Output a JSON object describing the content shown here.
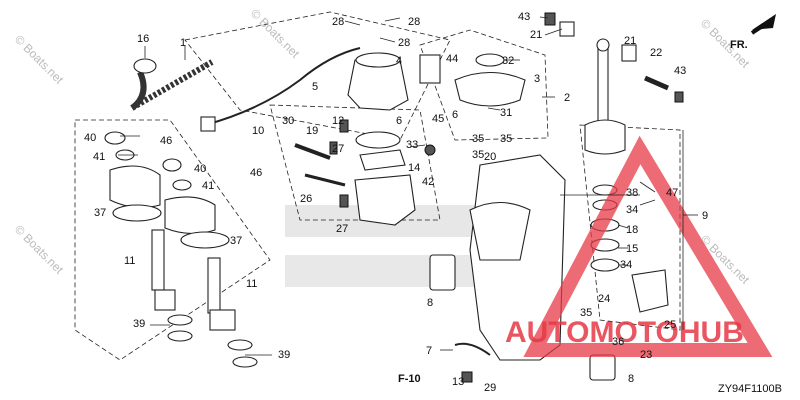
{
  "watermark": "© Boats.net",
  "brand_text": "AUTOMOTOHUB",
  "fr_label": "FR.",
  "ref_label": "F-10",
  "diagram_code": "ZY94F1100B",
  "colors": {
    "brand_red": "#e63946",
    "line": "#222222"
  },
  "callouts": [
    {
      "id": "c28a",
      "label": "28"
    },
    {
      "id": "c28b",
      "label": "28"
    },
    {
      "id": "c28c",
      "label": "28"
    },
    {
      "id": "c43a",
      "label": "43"
    },
    {
      "id": "c21a",
      "label": "21"
    },
    {
      "id": "c16",
      "label": "16"
    },
    {
      "id": "c1",
      "label": "1"
    },
    {
      "id": "c4",
      "label": "4"
    },
    {
      "id": "c44",
      "label": "44"
    },
    {
      "id": "c32",
      "label": "32"
    },
    {
      "id": "c3",
      "label": "3"
    },
    {
      "id": "c2",
      "label": "2"
    },
    {
      "id": "c5",
      "label": "5"
    },
    {
      "id": "c31",
      "label": "31"
    },
    {
      "id": "c6a",
      "label": "6"
    },
    {
      "id": "c45",
      "label": "45"
    },
    {
      "id": "c6b",
      "label": "6"
    },
    {
      "id": "c12",
      "label": "12"
    },
    {
      "id": "c21b",
      "label": "21"
    },
    {
      "id": "c22",
      "label": "22"
    },
    {
      "id": "c43b",
      "label": "43"
    },
    {
      "id": "c40a",
      "label": "40"
    },
    {
      "id": "c46a",
      "label": "46"
    },
    {
      "id": "c41a",
      "label": "41"
    },
    {
      "id": "c10",
      "label": "10"
    },
    {
      "id": "c30",
      "label": "30"
    },
    {
      "id": "c19",
      "label": "19"
    },
    {
      "id": "c33",
      "label": "33"
    },
    {
      "id": "c35a",
      "label": "35"
    },
    {
      "id": "c35b",
      "label": "35"
    },
    {
      "id": "c35c",
      "label": "35"
    },
    {
      "id": "c20",
      "label": "20"
    },
    {
      "id": "c27a",
      "label": "27"
    },
    {
      "id": "c14",
      "label": "14"
    },
    {
      "id": "c42",
      "label": "42"
    },
    {
      "id": "c40b",
      "label": "40"
    },
    {
      "id": "c46b",
      "label": "46"
    },
    {
      "id": "c41b",
      "label": "41"
    },
    {
      "id": "c26",
      "label": "26"
    },
    {
      "id": "c37a",
      "label": "37"
    },
    {
      "id": "c37b",
      "label": "37"
    },
    {
      "id": "c27b",
      "label": "27"
    },
    {
      "id": "c38",
      "label": "38"
    },
    {
      "id": "c47",
      "label": "47"
    },
    {
      "id": "c34a",
      "label": "34"
    },
    {
      "id": "c18",
      "label": "18"
    },
    {
      "id": "c15",
      "label": "15"
    },
    {
      "id": "c34b",
      "label": "34"
    },
    {
      "id": "c9",
      "label": "9"
    },
    {
      "id": "c11a",
      "label": "11"
    },
    {
      "id": "c11b",
      "label": "11"
    },
    {
      "id": "c8a",
      "label": "8"
    },
    {
      "id": "c24",
      "label": "24"
    },
    {
      "id": "c39a",
      "label": "39"
    },
    {
      "id": "c35d",
      "label": "35"
    },
    {
      "id": "c25",
      "label": "25"
    },
    {
      "id": "c36",
      "label": "36"
    },
    {
      "id": "c23",
      "label": "23"
    },
    {
      "id": "c7",
      "label": "7"
    },
    {
      "id": "c39b",
      "label": "39"
    },
    {
      "id": "c13",
      "label": "13"
    },
    {
      "id": "c29",
      "label": "29"
    },
    {
      "id": "c8b",
      "label": "8"
    }
  ]
}
